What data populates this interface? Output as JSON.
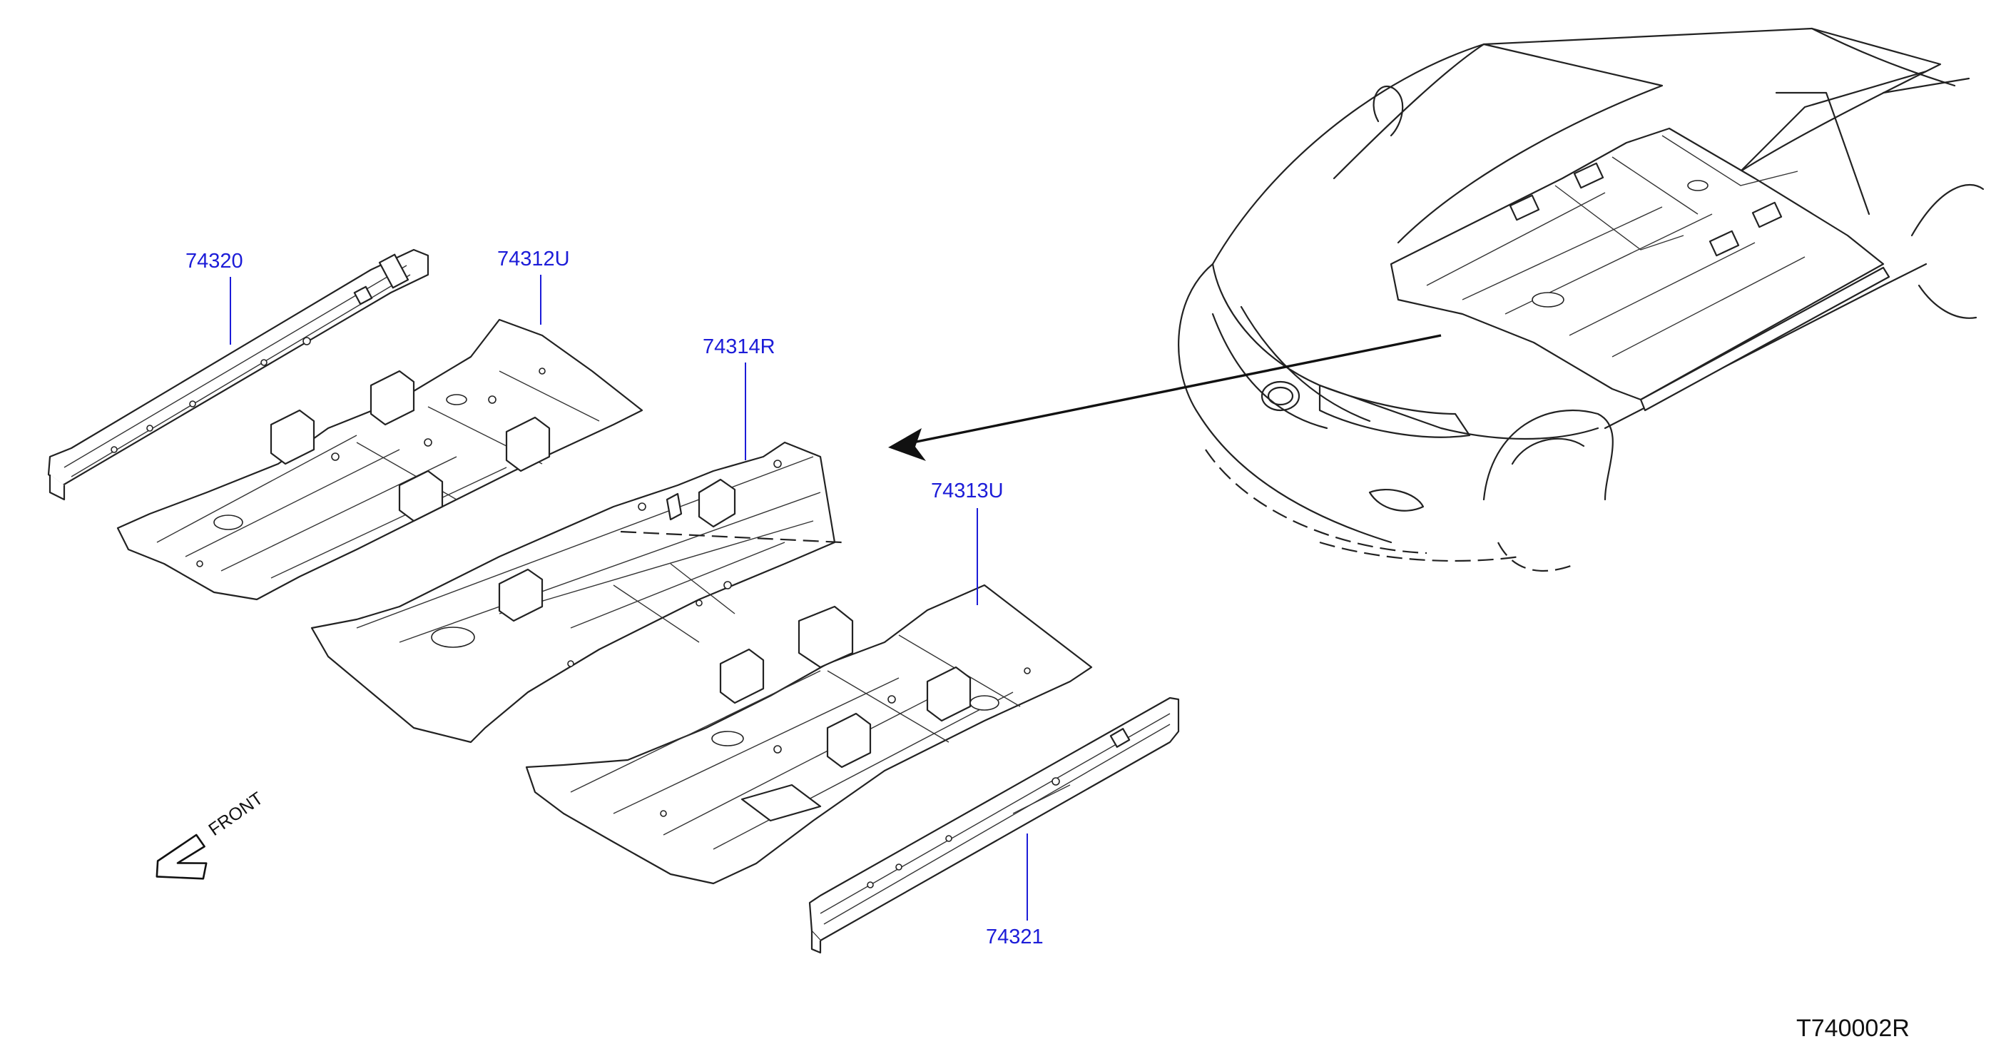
{
  "callouts": {
    "part_74320": "74320",
    "part_74312U": "74312U",
    "part_74314R": "74314R",
    "part_74313U": "74313U",
    "part_74321": "74321"
  },
  "front_indicator": {
    "label": "FRONT",
    "icon": "arrow-down-left-icon"
  },
  "reference_code": "T740002R",
  "colors": {
    "callout_text": "#1c1cd8",
    "line_art": "#222222",
    "background": "#ffffff"
  }
}
